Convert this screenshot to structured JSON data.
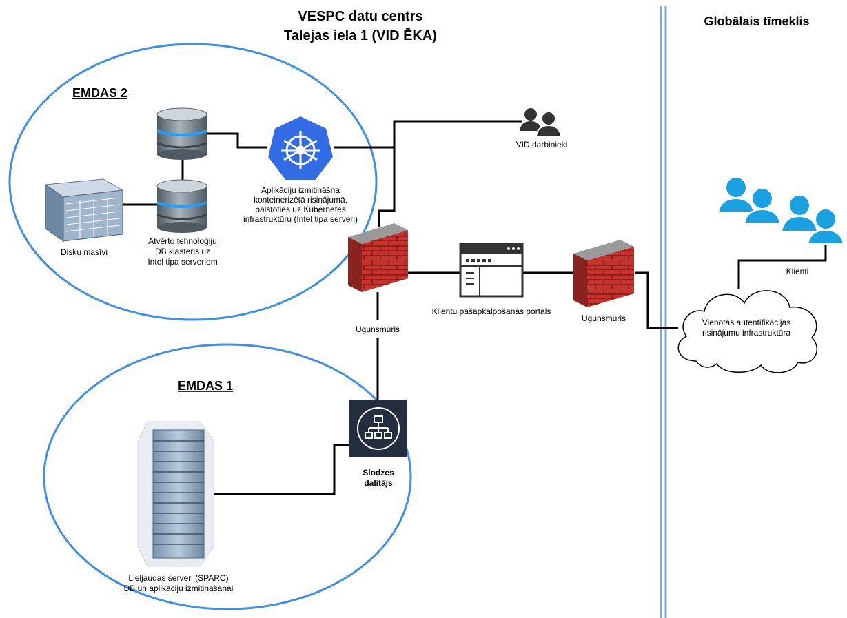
{
  "header": {
    "title_line1": "VESPC datu centrs",
    "title_line2": "Talejas iela 1 (VID ĒKA)",
    "global_web": "Globālais tīmeklis"
  },
  "groups": {
    "emdas2": "EMDAS 2",
    "emdas1": "EMDAS 1"
  },
  "labels": {
    "kubernetes": [
      "Aplikāciju izmitināšna",
      "konteinerizētā risinājumā,",
      "balstoties uz Kubernetes",
      "infrastruktūru (Intel tipa serveri)"
    ],
    "db_cluster": [
      "Atvērto tehnoloģiju",
      "DB klasteris uz",
      "Intel tipa serveriem"
    ],
    "disk_array": "Disku masīvi",
    "vid_staff": "VID darbinieki",
    "firewall_inner": "Ugunsmūris",
    "firewall_outer": "Ugunsmūris",
    "portal": "Klientu pašapkalpošanās portāls",
    "load_balancer": [
      "Slodzes",
      "dalītājs"
    ],
    "mainframe": [
      "Lieljaudas serveri (SPARC)",
      "DB un aplikāciju izmitināšanai"
    ],
    "auth_cloud": [
      "Vienotās autentifikācijas",
      "risinājumu infrastruktūra"
    ],
    "clients": "Klienti"
  },
  "colors": {
    "ellipse_stroke": "#3d8fe8",
    "divider": "#7fa7d9",
    "kubernetes_blue": "#326ce5",
    "brick_red": "#c8322d",
    "clients_blue": "#1ba1e2",
    "lb_dark": "#232f3e"
  }
}
